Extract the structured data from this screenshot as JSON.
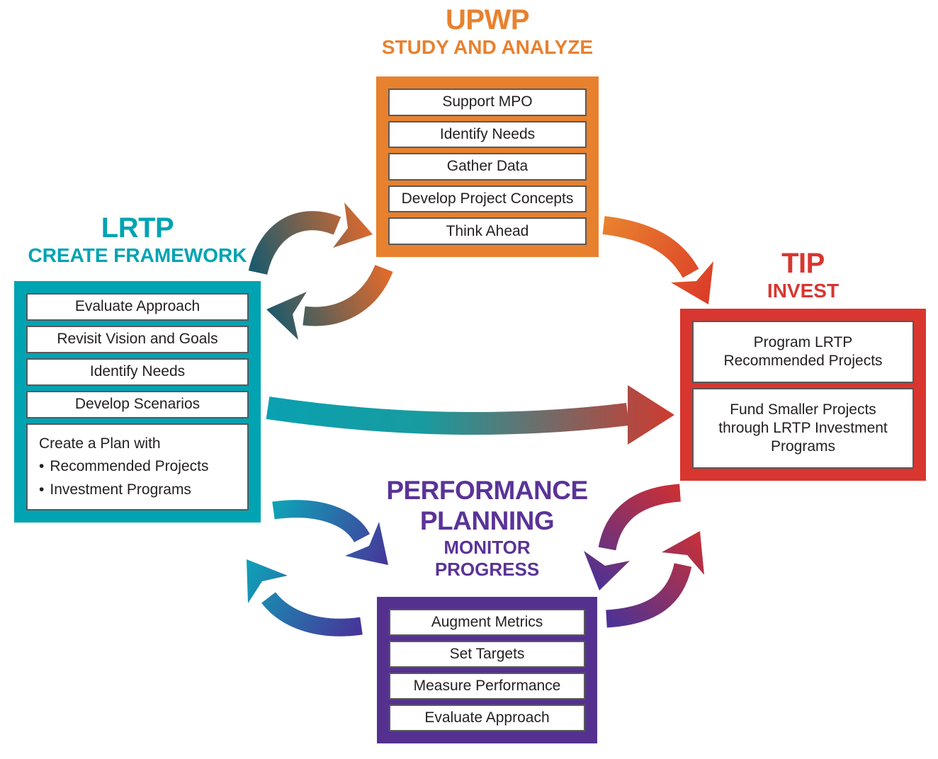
{
  "colors": {
    "orange": "#E8812E",
    "teal": "#00A3B2",
    "red": "#D8362F",
    "purple": "#55318F",
    "row_border_gray": "#58595B",
    "row_text": "#231F20",
    "arrow_dark_teal": "#1E5A6B",
    "arrow_orange": "#DF6A2D",
    "arrow_red": "#CF3A2F",
    "arrow_crimson": "#C93037",
    "arrow_purple": "#4C3295",
    "arrow_teal": "#0FA2B7"
  },
  "panels": {
    "upwp": {
      "title": "UPWP",
      "subtitle": "STUDY AND ANALYZE",
      "items": [
        "Support MPO",
        "Identify Needs",
        "Gather Data",
        "Develop Project Concepts",
        "Think Ahead"
      ]
    },
    "lrtp": {
      "title": "LRTP",
      "subtitle": "CREATE FRAMEWORK",
      "items": [
        "Evaluate Approach",
        "Revisit Vision and Goals",
        "Identify Needs",
        "Develop Scenarios"
      ],
      "plan": {
        "heading": "Create a Plan with",
        "marker": "•",
        "bullets": [
          "Recommended Projects",
          "Investment Programs"
        ]
      }
    },
    "tip": {
      "title": "TIP",
      "subtitle": "INVEST",
      "items": [
        "Program LRTP Recommended Projects",
        "Fund Smaller Projects through LRTP Investment Programs"
      ]
    },
    "performance": {
      "title_line1": "PERFORMANCE",
      "title_line2": "PLANNING",
      "subtitle_line1": "MONITOR",
      "subtitle_line2": "PROGRESS",
      "items": [
        "Augment Metrics",
        "Set Targets",
        "Measure Performance",
        "Evaluate Approach"
      ]
    }
  },
  "arrows": {
    "lrtp_to_upwp": {
      "from": "LRTP",
      "to": "UPWP",
      "gradient": [
        "#1E5A6B",
        "#DF6A2D"
      ]
    },
    "upwp_to_lrtp": {
      "from": "UPWP",
      "to": "LRTP",
      "gradient": [
        "#DF6A2D",
        "#1E5A6B"
      ]
    },
    "upwp_to_tip": {
      "from": "UPWP",
      "to": "TIP",
      "gradient": [
        "#E8812E",
        "#DB3A28"
      ]
    },
    "lrtp_to_tip": {
      "from": "LRTP",
      "to": "TIP",
      "gradient": [
        "#0AA1B1",
        "#CF3A2F"
      ]
    },
    "tip_to_performance": {
      "from": "TIP",
      "to": "PERFORMANCE PLANNING",
      "gradient": [
        "#C93037",
        "#4C3295"
      ]
    },
    "performance_to_tip": {
      "from": "PERFORMANCE PLANNING",
      "to": "TIP",
      "gradient": [
        "#4C3295",
        "#C93037"
      ]
    },
    "lrtp_to_performance": {
      "from": "LRTP",
      "to": "PERFORMANCE PLANNING",
      "gradient": [
        "#0FA2B7",
        "#47359A"
      ]
    },
    "performance_to_lrtp": {
      "from": "PERFORMANCE PLANNING",
      "to": "LRTP",
      "gradient": [
        "#47359A",
        "#0FA2B7"
      ]
    }
  }
}
